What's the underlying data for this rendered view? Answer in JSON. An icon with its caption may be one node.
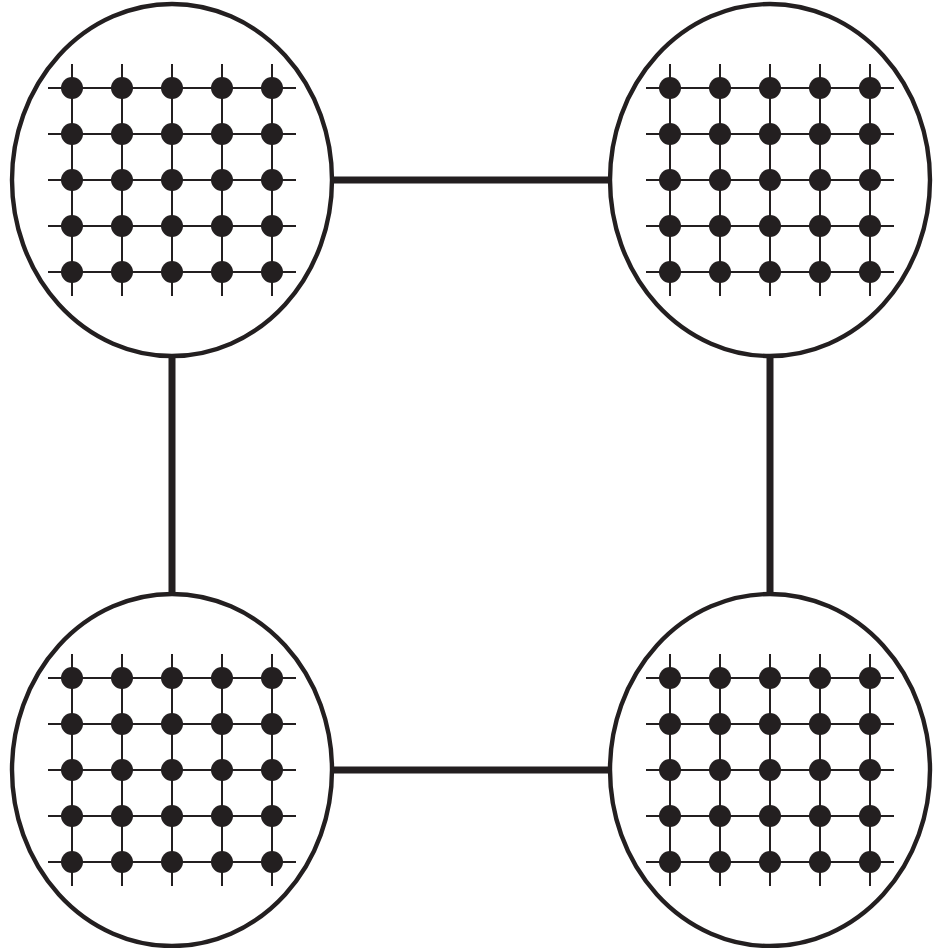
{
  "diagram": {
    "nodes": [
      {
        "text": [],
        "shape": "circle"
      },
      {
        "text": [],
        "shape": "circle"
      },
      {
        "text": [],
        "shape": "circle"
      },
      {
        "text": [],
        "shape": "circle"
      }
    ],
    "edges": [
      {
        "from": 0,
        "to": 1,
        "arrow": "none"
      },
      {
        "from": 0,
        "to": 2,
        "arrow": "none"
      },
      {
        "from": 1,
        "to": 3,
        "arrow": "none"
      },
      {
        "from": 2,
        "to": 3,
        "arrow": "none"
      }
    ]
  }
}
